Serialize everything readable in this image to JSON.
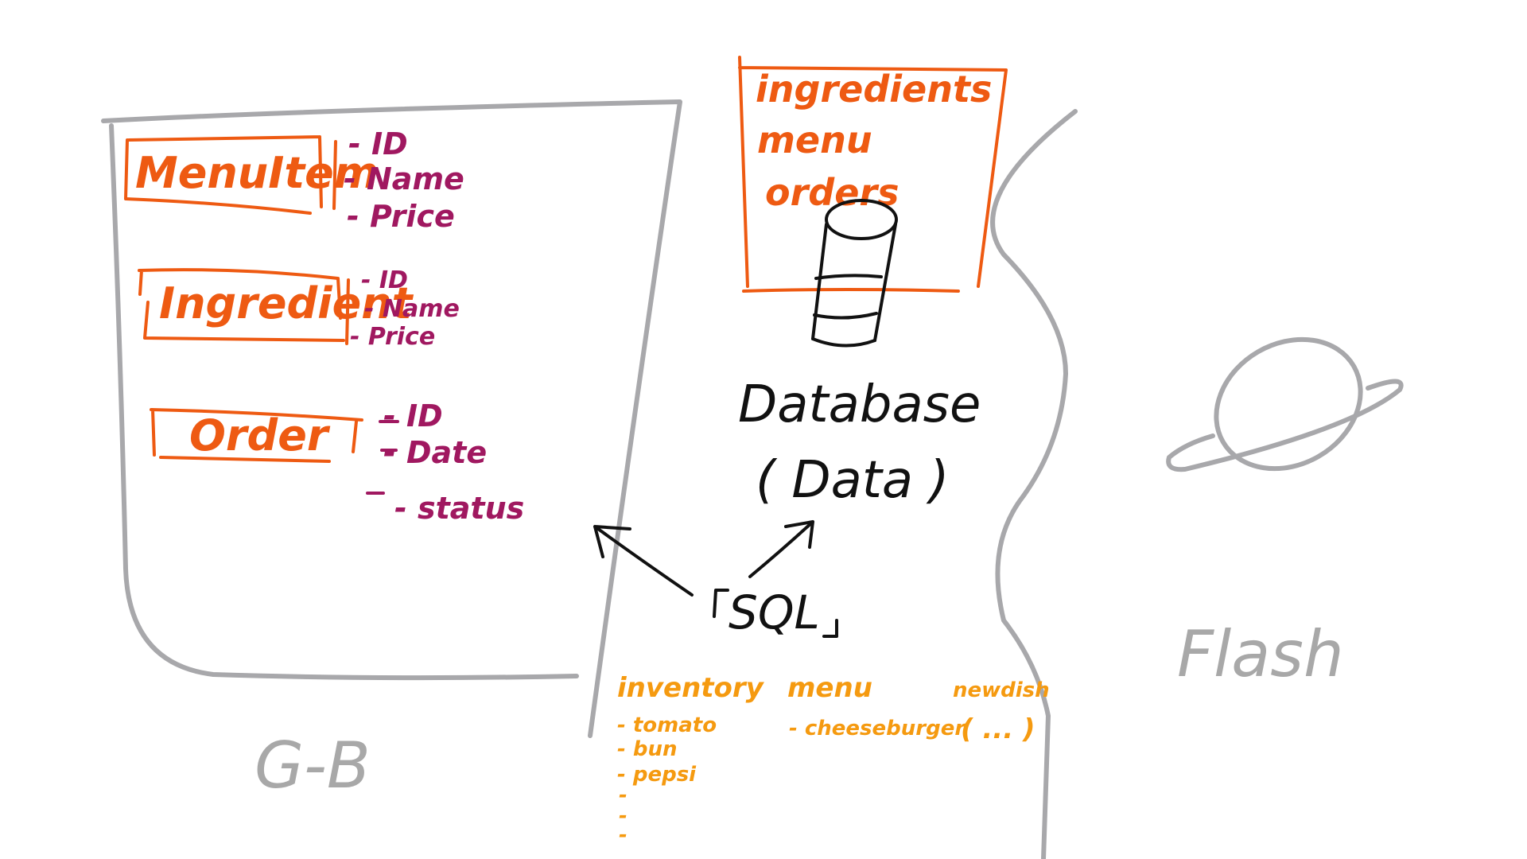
{
  "model": {
    "title": "G-B",
    "entities": [
      {
        "name": "MenuItem",
        "fields": [
          "- ID",
          "- Name",
          "- Price"
        ]
      },
      {
        "name": "Ingredient",
        "fields": [
          "- ID",
          "- Name",
          "- Price"
        ]
      },
      {
        "name": "Order",
        "fields": [
          "- ID",
          "- Date",
          "- status"
        ]
      }
    ]
  },
  "database": {
    "tables": [
      "ingredients",
      "menu",
      "orders"
    ],
    "label_line1": "Database",
    "label_line2": "( Data )"
  },
  "sql_label": "SQL",
  "flash": {
    "label": "Flash",
    "icon": "planet-icon"
  },
  "data_samples": {
    "inventory": {
      "heading": "inventory",
      "items": [
        "- tomato",
        "- bun",
        "- pepsi",
        "-",
        "-",
        "-"
      ]
    },
    "menu": {
      "heading": "menu",
      "items": [
        "- cheeseburger"
      ]
    },
    "newdish": {
      "heading": "newdish",
      "items": [
        "( ... )"
      ]
    }
  },
  "colors": {
    "entity": "#ee5a12",
    "field": "#a01860",
    "ink": "#111111",
    "frame": "#a8a8ab",
    "sample": "#f59a10"
  }
}
